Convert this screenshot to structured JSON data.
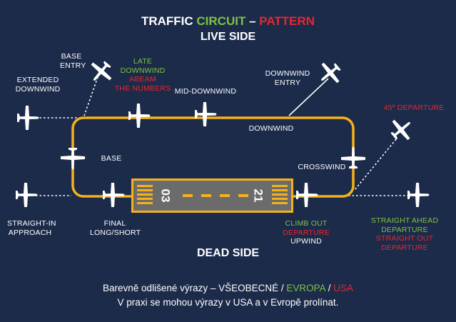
{
  "header": {
    "title_part1": "TRAFFIC ",
    "title_part2": "CIRCUIT",
    "title_sep": " – ",
    "title_part3": "PATTERN",
    "subtitle": "LIVE SIDE"
  },
  "labels": {
    "base_entry": [
      "BASE",
      "ENTRY"
    ],
    "late_downwind": [
      "LATE",
      "DOWNWIND"
    ],
    "abeam_numbers": [
      "ABEAM",
      "THE NUMBERS"
    ],
    "extended_downwind": [
      "EXTENDED",
      "DOWNWIND"
    ],
    "mid_downwind": "MID-DOWNWIND",
    "downwind_entry": [
      "DOWNWIND",
      "ENTRY"
    ],
    "departure_45": "45º DEPARTURE",
    "downwind": "DOWNWIND",
    "base": "BASE",
    "crosswind": "CROSSWIND",
    "straight_in": [
      "STRAIGHT-IN",
      "APPROACH"
    ],
    "final": [
      "FINAL",
      "LONG/SHORT"
    ],
    "climb_out": [
      "CLIMB OUT"
    ],
    "departure_red": "DEPARTURE",
    "upwind": "UPWIND",
    "straight_ahead": [
      "STRAIGHT AHEAD",
      "DEPARTURE"
    ],
    "straight_out": [
      "STRAIGHT OUT",
      "DEPARTURE"
    ],
    "dead_side": "DEAD SIDE"
  },
  "runway": {
    "left_number": "03",
    "right_number": "21"
  },
  "footer": {
    "line1_prefix": "Barevně odlišené výrazy – ",
    "line1_general": "VŠEOBECNÉ",
    "line1_sep1": " / ",
    "line1_europe": "EVROPA",
    "line1_sep2": " / ",
    "line1_usa": "USA",
    "line2": "V praxi se mohou výrazy v USA a v Evropě prolínat."
  },
  "colors": {
    "background": "#1c2b4a",
    "circuit": "#f5b21a",
    "runway": "#6b6b6b",
    "general": "#ffffff",
    "europe": "#7ec242",
    "usa": "#e8262e"
  }
}
